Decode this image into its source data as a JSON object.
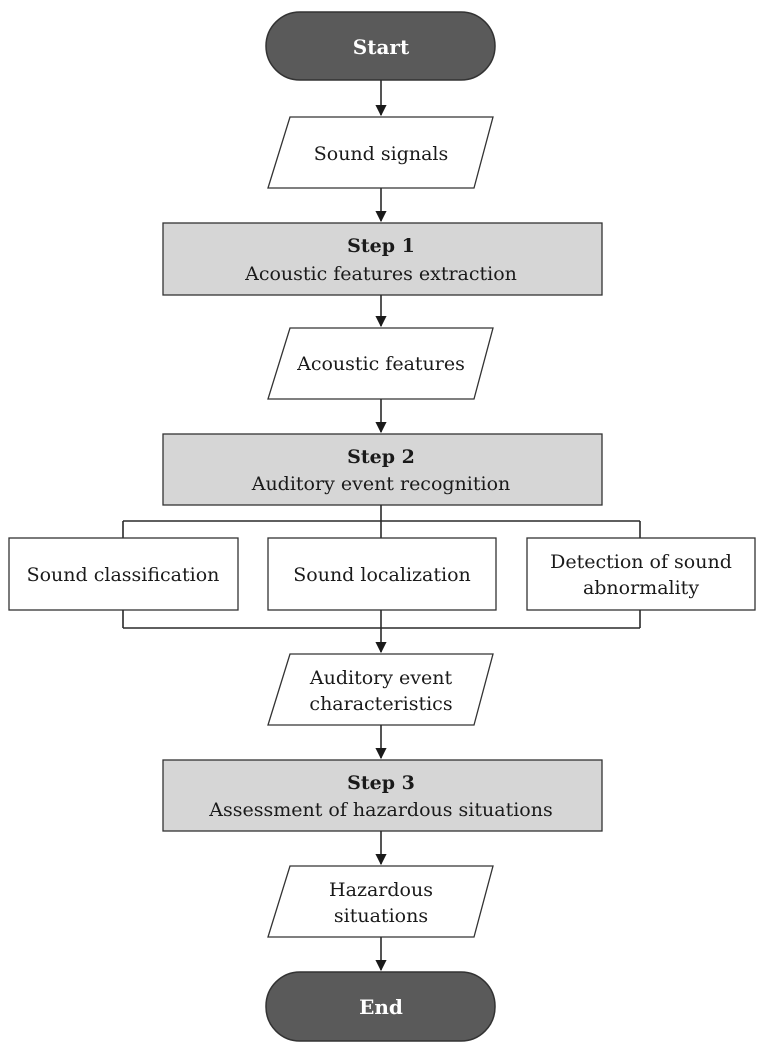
{
  "nodes": {
    "start": "Start",
    "sound_signals": "Sound signals",
    "step1": {
      "title": "Step 1",
      "label": "Acoustic features extraction"
    },
    "acoustic_features": "Acoustic features",
    "step2": {
      "title": "Step 2",
      "label": "Auditory event recognition"
    },
    "sound_classification": "Sound classification",
    "sound_localization": "Sound localization",
    "detection": {
      "line1": "Detection of sound",
      "line2": "abnormality"
    },
    "characteristics": {
      "line1": "Auditory event",
      "line2": "characteristics"
    },
    "step3": {
      "title": "Step 3",
      "label": "Assessment of hazardous situations"
    },
    "hazardous": {
      "line1": "Hazardous",
      "line2": "situations"
    },
    "end": "End"
  },
  "colors": {
    "terminal_fill": "#5a5a5a",
    "process_fill": "#d6d6d6",
    "io_fill": "#ffffff",
    "line": "#2a2a2a"
  }
}
